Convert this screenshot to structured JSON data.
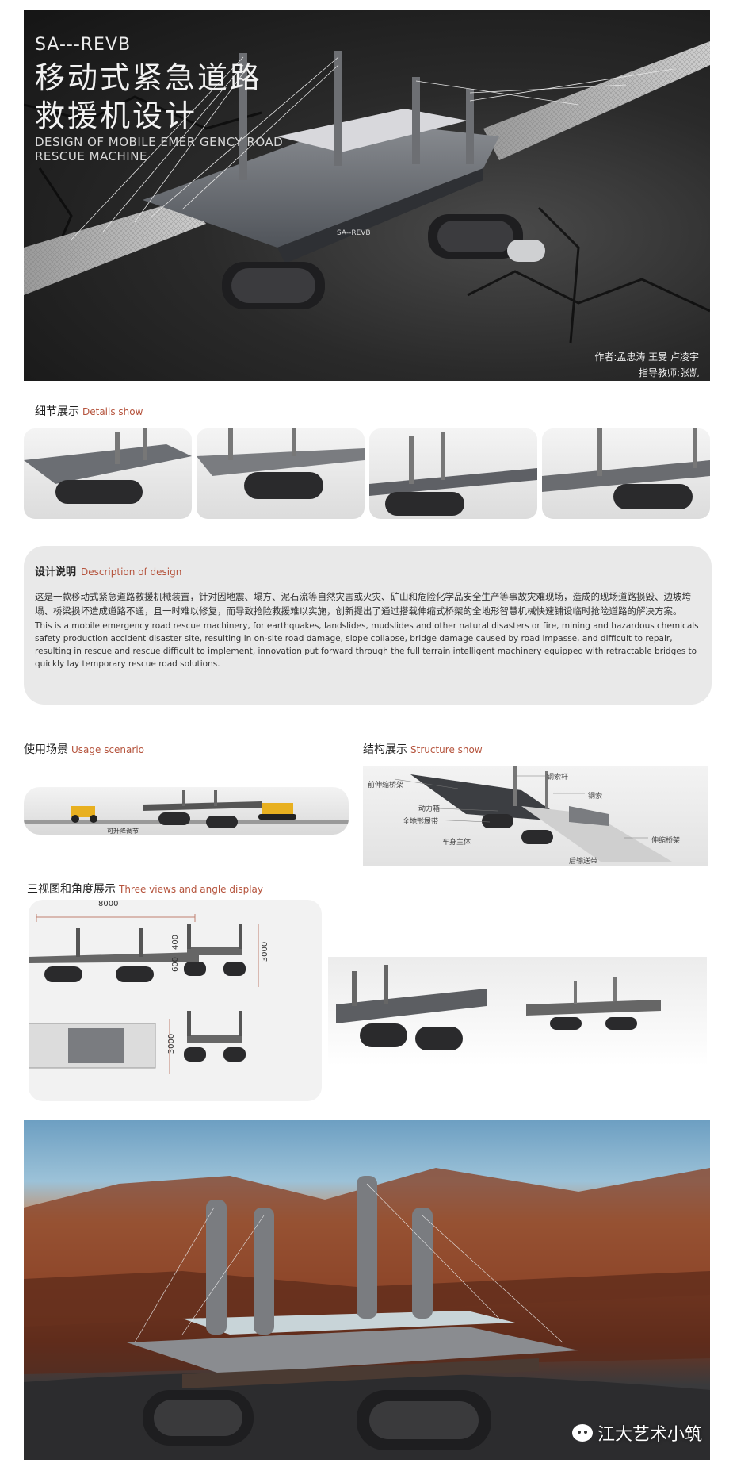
{
  "hero": {
    "code": "SA---REVB",
    "title_line1": "移动式紧急道路",
    "title_line2": "救援机设计",
    "en_title": "DESIGN OF MOBILE EMER GENCY ROAD RESCUE MACHINE",
    "machine_badge": "SA--REVB",
    "authors": "作者:孟忠涛 王旻 卢凌宇",
    "advisor": "指导教师:张凯"
  },
  "details": {
    "title_cn": "细节展示",
    "title_en": "Details show"
  },
  "description": {
    "title_cn": "设计说明",
    "title_en": "Description of design",
    "text_cn": "这是一款移动式紧急道路救援机械装置，针对因地震、塌方、泥石流等自然灾害或火灾、矿山和危险化学品安全生产等事故灾难现场，造成的现场道路损毁、边坡垮塌、桥梁损坏造成道路不通，且一时难以修复，而导致抢险救援难以实施，创新提出了通过搭载伸缩式桥架的全地形智慧机械快速铺设临时抢险道路的解决方案。",
    "text_en": "This is a mobile emergency road rescue machinery, for earthquakes, landslides, mudslides and other natural disasters or fire, mining and hazardous chemicals safety production accident disaster site, resulting in on-site road damage, slope collapse, bridge damage caused by road impasse, and difficult to repair, resulting in rescue and rescue difficult to implement, innovation put forward through the full terrain intelligent machinery equipped with retractable bridges to quickly lay temporary rescue road solutions."
  },
  "usage": {
    "title_cn": "使用场景",
    "title_en": "Usage scenario",
    "label": "可升降调节"
  },
  "structure": {
    "title_cn": "结构展示",
    "title_en": "Structure show",
    "labels": {
      "front_bridge": "前伸缩桥架",
      "cable_rod": "钢索杆",
      "cable": "钢索",
      "power_box": "动力箱",
      "all_terrain_track": "全地形履带",
      "body": "车身主体",
      "extend_bridge": "伸缩桥架",
      "rear_belt": "后输送带"
    }
  },
  "views": {
    "title_cn": "三视图和角度展示",
    "title_en": "Three views and angle display",
    "dim_length": "8000",
    "dim_400": "400",
    "dim_600": "600",
    "dim_3000_a": "3000",
    "dim_3000_b": "3000"
  },
  "watermark": "江大艺术小筑",
  "colors": {
    "accent": "#b5533c",
    "panel": "#e9e9e9"
  }
}
